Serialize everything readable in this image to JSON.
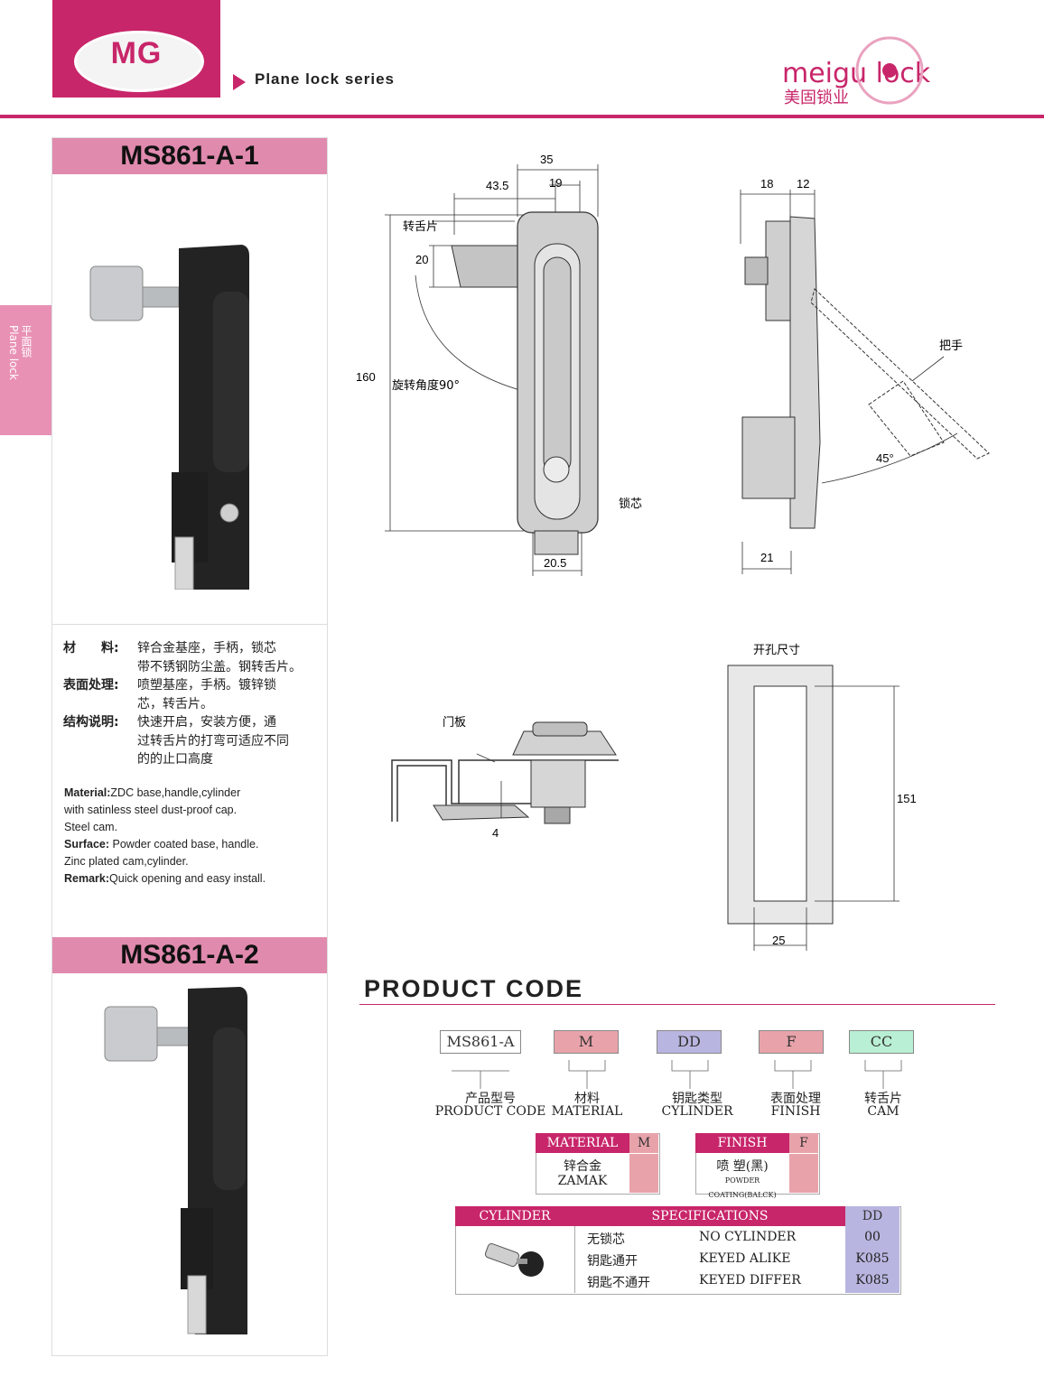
{
  "header": {
    "logo_text": "MG",
    "series_title": "Plane lock series",
    "brand_name": "meigu lock",
    "brand_cn": "美固锁业"
  },
  "side_tab": {
    "cn": "平面锁",
    "en": "Plane lock"
  },
  "product1": {
    "code": "MS861-A-1"
  },
  "product2": {
    "code": "MS861-A-2"
  },
  "specs_cn": [
    {
      "label": "材　　料:",
      "lines": [
        "锌合金基座，手柄，锁芯",
        "带不锈钢防尘盖。钢转舌片。"
      ]
    },
    {
      "label": "表面处理:",
      "lines": [
        "喷塑基座，手柄。镀锌锁",
        "芯，转舌片。"
      ]
    },
    {
      "label": "结构说明:",
      "lines": [
        "快速开启，安装方便，通",
        "过转舌片的打弯可适应不同",
        "的的止口高度"
      ]
    }
  ],
  "specs_en": {
    "material_label": "Material:",
    "material_text": "ZDC base,handle,cylinder",
    "material_line2": "with satinless steel dust-proof cap.",
    "material_line3": "Steel cam.",
    "surface_label": "Surface:",
    "surface_text": " Powder coated base, handle.",
    "surface_line2": "Zinc plated cam,cylinder.",
    "remark_label": "Remark:",
    "remark_text": "Quick opening and easy install."
  },
  "drawing_front": {
    "dim_35": "35",
    "dim_43_5": "43.5",
    "dim_19": "19",
    "dim_20": "20",
    "dim_160": "160",
    "dim_20_5": "20.5",
    "label_cam": "转舌片",
    "label_rotate": "旋转角度90°",
    "label_cylinder": "锁芯"
  },
  "drawing_side": {
    "dim_18": "18",
    "dim_12": "12",
    "dim_21": "21",
    "dim_45": "45°",
    "label_handle": "把手"
  },
  "drawing_section": {
    "label_door": "门板",
    "dim_4": "4"
  },
  "drawing_cutout": {
    "label": "开孔尺寸",
    "dim_151": "151",
    "dim_25": "25"
  },
  "product_code": {
    "title": "PRODUCT CODE",
    "boxes": [
      {
        "code": "MS861-A",
        "cn": "产品型号",
        "en": "PRODUCT CODE",
        "color": "#ffffff"
      },
      {
        "code": "M",
        "cn": "材料",
        "en": "MATERIAL",
        "color": "#e8a3aa"
      },
      {
        "code": "DD",
        "cn": "钥匙类型",
        "en": "CYLINDER",
        "color": "#b8b6e0"
      },
      {
        "code": "F",
        "cn": "表面处理",
        "en": "FINISH",
        "color": "#e8a3aa"
      },
      {
        "code": "CC",
        "cn": "转舌片",
        "en": "CAM",
        "color": "#b9efd4"
      }
    ],
    "material_table": {
      "head": "MATERIAL",
      "code": "M",
      "cn": "锌合金",
      "en": "ZAMAK"
    },
    "finish_table": {
      "head": "FINISH",
      "code": "F",
      "cn": "喷  塑(黑)",
      "en": "POWDER COATING(BALCK)"
    },
    "cylinder_table": {
      "head_cylinder": "CYLINDER",
      "head_specs": "SPECIFICATIONS",
      "head_code": "DD",
      "rows": [
        {
          "cn": "无锁芯",
          "en": "NO CYLINDER",
          "code": "00"
        },
        {
          "cn": "钥匙通开",
          "en": "KEYED ALIKE",
          "code": "K085"
        },
        {
          "cn": "钥匙不通开",
          "en": "KEYED DIFFER",
          "code": "K085"
        }
      ]
    }
  }
}
